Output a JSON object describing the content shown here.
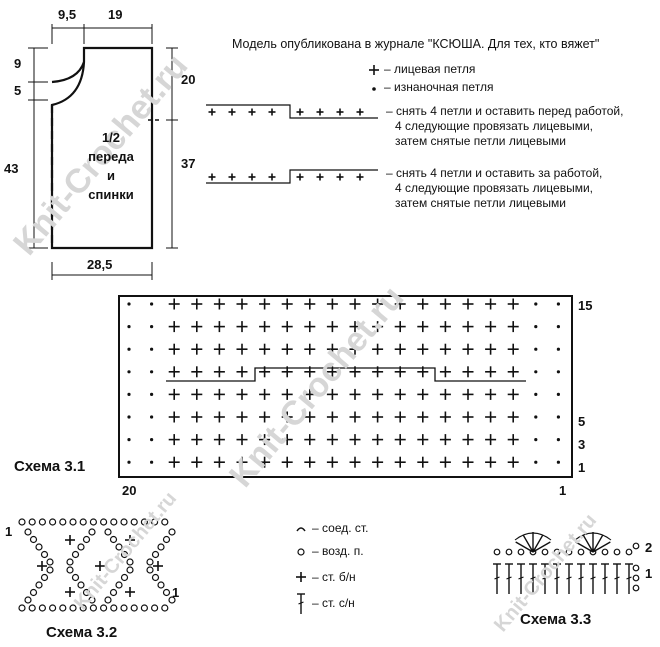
{
  "header": {
    "text": "Модель опубликована в журнале \"КСЮША. Для тех, кто вяжет\""
  },
  "watermark": {
    "text": "Knit-Crochet.ru"
  },
  "pattern": {
    "label": "1/2\nпереда\nи\nспинки",
    "label_lines": [
      "1/2",
      "переда",
      "и",
      "спинки"
    ],
    "dims": {
      "top_left": "9,5",
      "top_right": "19",
      "left_9": "9",
      "left_5": "5",
      "left_43": "43",
      "right_20": "20",
      "right_37": "37",
      "bottom": "28,5"
    }
  },
  "knit_legend": {
    "knit": "– лицевая петля",
    "purl": "– изнаночная петля",
    "cable_front": [
      "– снять 4 петли и оставить перед работой,",
      "4 следующие провязать лицевыми,",
      "затем  снятые петли лицевыми"
    ],
    "cable_back": [
      "– снять 4 петли и оставить за работой,",
      "4 следующие провязать лицевыми,",
      "затем снятые петли лицевыми"
    ]
  },
  "schema31": {
    "title": "Схема 3.1",
    "right_labels": [
      "15",
      "5",
      "3",
      "1"
    ],
    "bottom_left": "20",
    "bottom_right": "1"
  },
  "schema32": {
    "title": "Схема 3.2",
    "left_label": "1",
    "right_label": "1"
  },
  "schema33": {
    "title": "Схема 3.3",
    "right_label": "2",
    "left_label": "1"
  },
  "crochet_legend": {
    "slip": "– соед. ст.",
    "chain": "– возд. п.",
    "sc": "– ст. б/н",
    "dc": "– ст. с/н"
  }
}
